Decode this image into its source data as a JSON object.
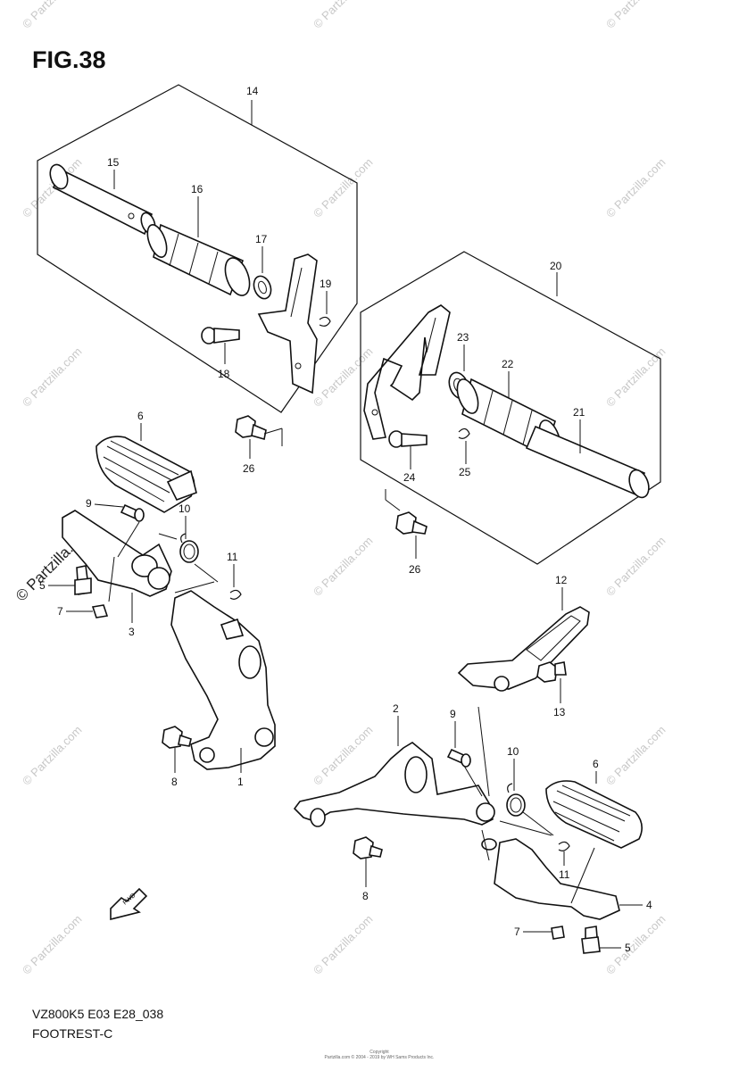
{
  "figure": {
    "title": "FIG.38",
    "code": "VZ800K5 E03 E28_038",
    "name": "FOOTREST-C",
    "copyright_small": [
      "Copyright",
      "Partzilla.com © 2004 - 2019 by WH Sams Products Inc."
    ]
  },
  "watermark": {
    "text": "© Partzilla.com",
    "side_text": "© Partzilla.com"
  },
  "fwd_label": "FWD",
  "callouts": [
    {
      "id": "c14",
      "text": "14"
    },
    {
      "id": "c15",
      "text": "15"
    },
    {
      "id": "c16",
      "text": "16"
    },
    {
      "id": "c17",
      "text": "17"
    },
    {
      "id": "c19",
      "text": "19"
    },
    {
      "id": "c18",
      "text": "18"
    },
    {
      "id": "c26a",
      "text": "26"
    },
    {
      "id": "c20",
      "text": "20"
    },
    {
      "id": "c23",
      "text": "23"
    },
    {
      "id": "c22",
      "text": "22"
    },
    {
      "id": "c21",
      "text": "21"
    },
    {
      "id": "c24",
      "text": "24"
    },
    {
      "id": "c25",
      "text": "25"
    },
    {
      "id": "c26b",
      "text": "26"
    },
    {
      "id": "c6a",
      "text": "6"
    },
    {
      "id": "c9a",
      "text": "9"
    },
    {
      "id": "c10a",
      "text": "10"
    },
    {
      "id": "c11a",
      "text": "11"
    },
    {
      "id": "c5a",
      "text": "5"
    },
    {
      "id": "c7a",
      "text": "7"
    },
    {
      "id": "c3",
      "text": "3"
    },
    {
      "id": "c8a",
      "text": "8"
    },
    {
      "id": "c1",
      "text": "1"
    },
    {
      "id": "c12",
      "text": "12"
    },
    {
      "id": "c13",
      "text": "13"
    },
    {
      "id": "c2",
      "text": "2"
    },
    {
      "id": "c9b",
      "text": "9"
    },
    {
      "id": "c10b",
      "text": "10"
    },
    {
      "id": "c6b",
      "text": "6"
    },
    {
      "id": "c11b",
      "text": "11"
    },
    {
      "id": "c8b",
      "text": "8"
    },
    {
      "id": "c4",
      "text": "4"
    },
    {
      "id": "c7b",
      "text": "7"
    },
    {
      "id": "c5b",
      "text": "5"
    }
  ]
}
